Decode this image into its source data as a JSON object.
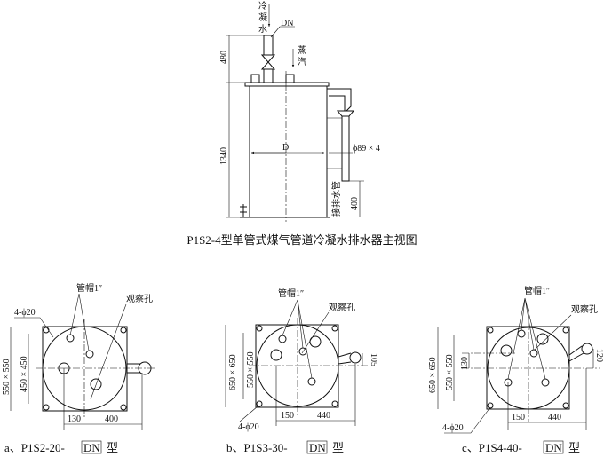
{
  "main_view": {
    "label_condensate": [
      "冷",
      "凝",
      "水"
    ],
    "label_dn": "DN",
    "label_steam": [
      "蒸",
      "汽"
    ],
    "dim_480": "480",
    "dim_1340": "1340",
    "dim_d": "D",
    "dim_pipe": "ϕ89 × 4",
    "label_drain": "接排水管",
    "dim_400": "400",
    "caption": "P1S2-4型单管式煤气管道冷凝水排水器主视图"
  },
  "views": [
    {
      "cap_label": "管帽1″",
      "hole_label": "观察孔",
      "bolt": "4-ϕ20",
      "outer": "550 × 550",
      "inner": "450 × 450",
      "dim_a": "130",
      "dim_b": "400",
      "caption_prefix": "a、P1S2-20-",
      "caption_box": "DN",
      "caption_suffix": "型"
    },
    {
      "cap_label": "管帽1″",
      "hole_label": "观察孔",
      "bolt": "4-ϕ20",
      "outer": "650 × 650",
      "inner": "550 × 550",
      "dim_a": "150",
      "dim_b": "440",
      "dim_side": "105",
      "caption_prefix": "b、P1S3-30-",
      "caption_box": "DN",
      "caption_suffix": "型"
    },
    {
      "cap_label": "管帽1″",
      "hole_label": "观察孔",
      "bolt": "4-ϕ20",
      "outer": "650 × 650",
      "inner": "550 × 550",
      "dim_a": "150",
      "dim_b": "440",
      "dim_side": "120",
      "dim_offset": "130",
      "caption_prefix": "c、P1S4-40-",
      "caption_box": "DN",
      "caption_suffix": "型"
    }
  ]
}
